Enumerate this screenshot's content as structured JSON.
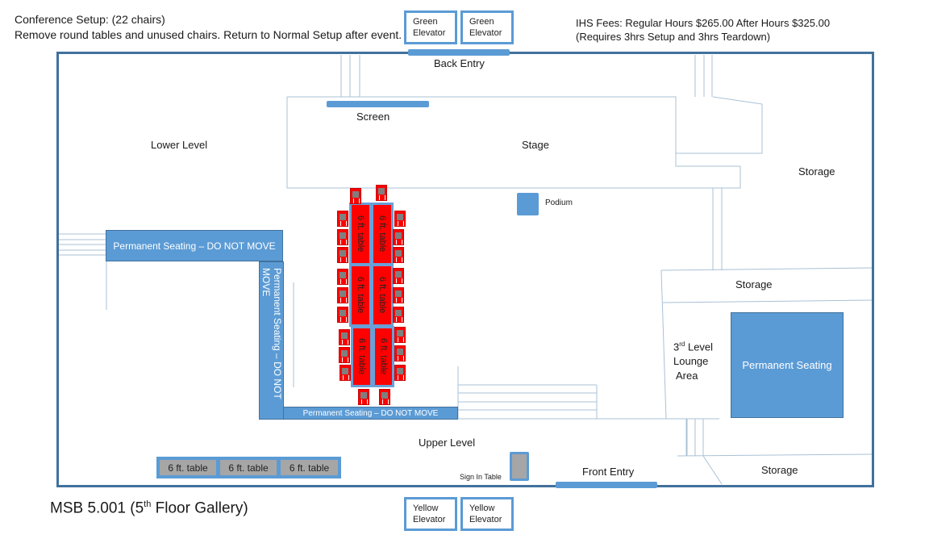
{
  "header": {
    "setup_line1": "Conference Setup:  (22 chairs)",
    "setup_line2": "Remove round tables and unused chairs.  Return to Normal Setup after event.",
    "fees_line1": "IHS Fees:  Regular Hours $265.00  After Hours $325.00",
    "fees_line2": "(Requires 3hrs Setup and 3hrs Teardown)"
  },
  "elevators": {
    "green": [
      {
        "line1": "Green",
        "line2": "Elevator"
      },
      {
        "line1": "Green",
        "line2": "Elevator"
      }
    ],
    "yellow": [
      {
        "line1": "Yellow",
        "line2": "Elevator"
      },
      {
        "line1": "Yellow",
        "line2": "Elevator"
      }
    ]
  },
  "areas": {
    "back_entry": "Back Entry",
    "front_entry": "Front Entry",
    "screen": "Screen",
    "stage": "Stage",
    "lower_level": "Lower Level",
    "upper_level": "Upper Level",
    "podium": "Podium",
    "storage_top_right": "Storage",
    "storage_middle": "Storage",
    "storage_bottom": "Storage",
    "lounge_line1_num": "3",
    "lounge_line1_sup": "rd",
    "lounge_line1_rest": " Level",
    "lounge_line2": "Lounge",
    "lounge_line3": "Area",
    "sign_in_table": "Sign In Table"
  },
  "seating": {
    "permanent_horizontal": "Permanent Seating – DO NOT MOVE",
    "permanent_vertical": "Permanent Seating – DO NOT MOVE",
    "permanent_bottom": "Permanent Seating – DO NOT MOVE",
    "permanent_square": "Permanent Seating"
  },
  "conference_tables": [
    {
      "label": "6 ft. table"
    },
    {
      "label": "6 ft. table"
    },
    {
      "label": "6 ft. table"
    },
    {
      "label": "6 ft. table"
    },
    {
      "label": "6 ft. table"
    },
    {
      "label": "6 ft. table"
    }
  ],
  "spare_tables": [
    {
      "label": "6 ft. table"
    },
    {
      "label": "6 ft. table"
    },
    {
      "label": "6 ft. table"
    }
  ],
  "chair_count": 22,
  "footer": {
    "title_main": "MSB 5.001 (5",
    "title_sup": "th",
    "title_rest": " Floor Gallery)"
  },
  "colors": {
    "accent_blue": "#5b9bd5",
    "wall_blue": "#41719c",
    "table_red": "#ff0000",
    "table_gray": "#a6a6a6"
  }
}
